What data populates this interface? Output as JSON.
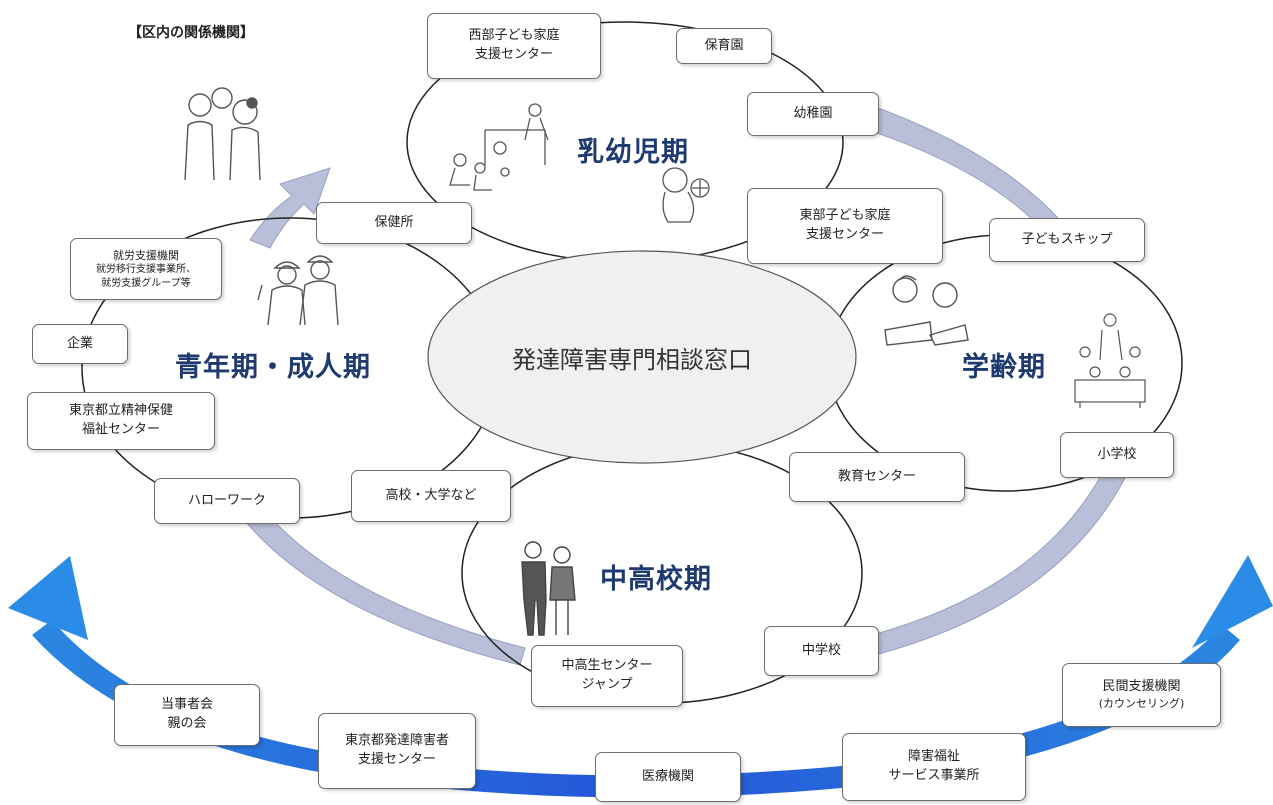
{
  "heading": "【区内の関係機関】",
  "center": "発達障害専門相談窓口",
  "stages": {
    "infant": "乳幼児期",
    "school": "学齢期",
    "middle_high": "中高校期",
    "adult": "青年期・成人期"
  },
  "boxes": {
    "west_center_l1": "西部子ども家庭",
    "west_center_l2": "支援センター",
    "nursery": "保育園",
    "kindergarten": "幼稚園",
    "east_center_l1": "東部子ども家庭",
    "east_center_l2": "支援センター",
    "kodomo_skip": "子どもスキップ",
    "health_center": "保健所",
    "employment_l1": "就労支援機関",
    "employment_l2": "就労移行支援事業所、",
    "employment_l3": "就労支援グループ等",
    "company": "企業",
    "mental_center_l1": "東京都立精神保健",
    "mental_center_l2": "福祉センター",
    "hello_work": "ハローワーク",
    "high_school_univ": "高校・大学など",
    "education_center": "教育センター",
    "elementary": "小学校",
    "junior_high": "中学校",
    "youth_center_l1": "中高生センター",
    "youth_center_l2": "ジャンプ",
    "parents_l1": "当事者会",
    "parents_l2": "親の会",
    "tokyo_support_l1": "東京都発達障害者",
    "tokyo_support_l2": "支援センター",
    "medical": "医療機関",
    "welfare_l1": "障害福祉",
    "welfare_l2": "サービス事業所",
    "private_support_l1": "民間支援機関",
    "private_support_l2": "(カウンセリング)"
  },
  "icons": [
    "family-illustration-icon",
    "playground-children-icon",
    "baby-icon",
    "workers-illustration-icon",
    "studying-children-icon",
    "classroom-icon",
    "students-icon"
  ],
  "colors": {
    "stage_text": "#1f3a6e",
    "inner_arrow": "#b9bfd8",
    "outer_arrow": "#2f6fe0",
    "outer_arrow_head": "#2a8ce6"
  }
}
